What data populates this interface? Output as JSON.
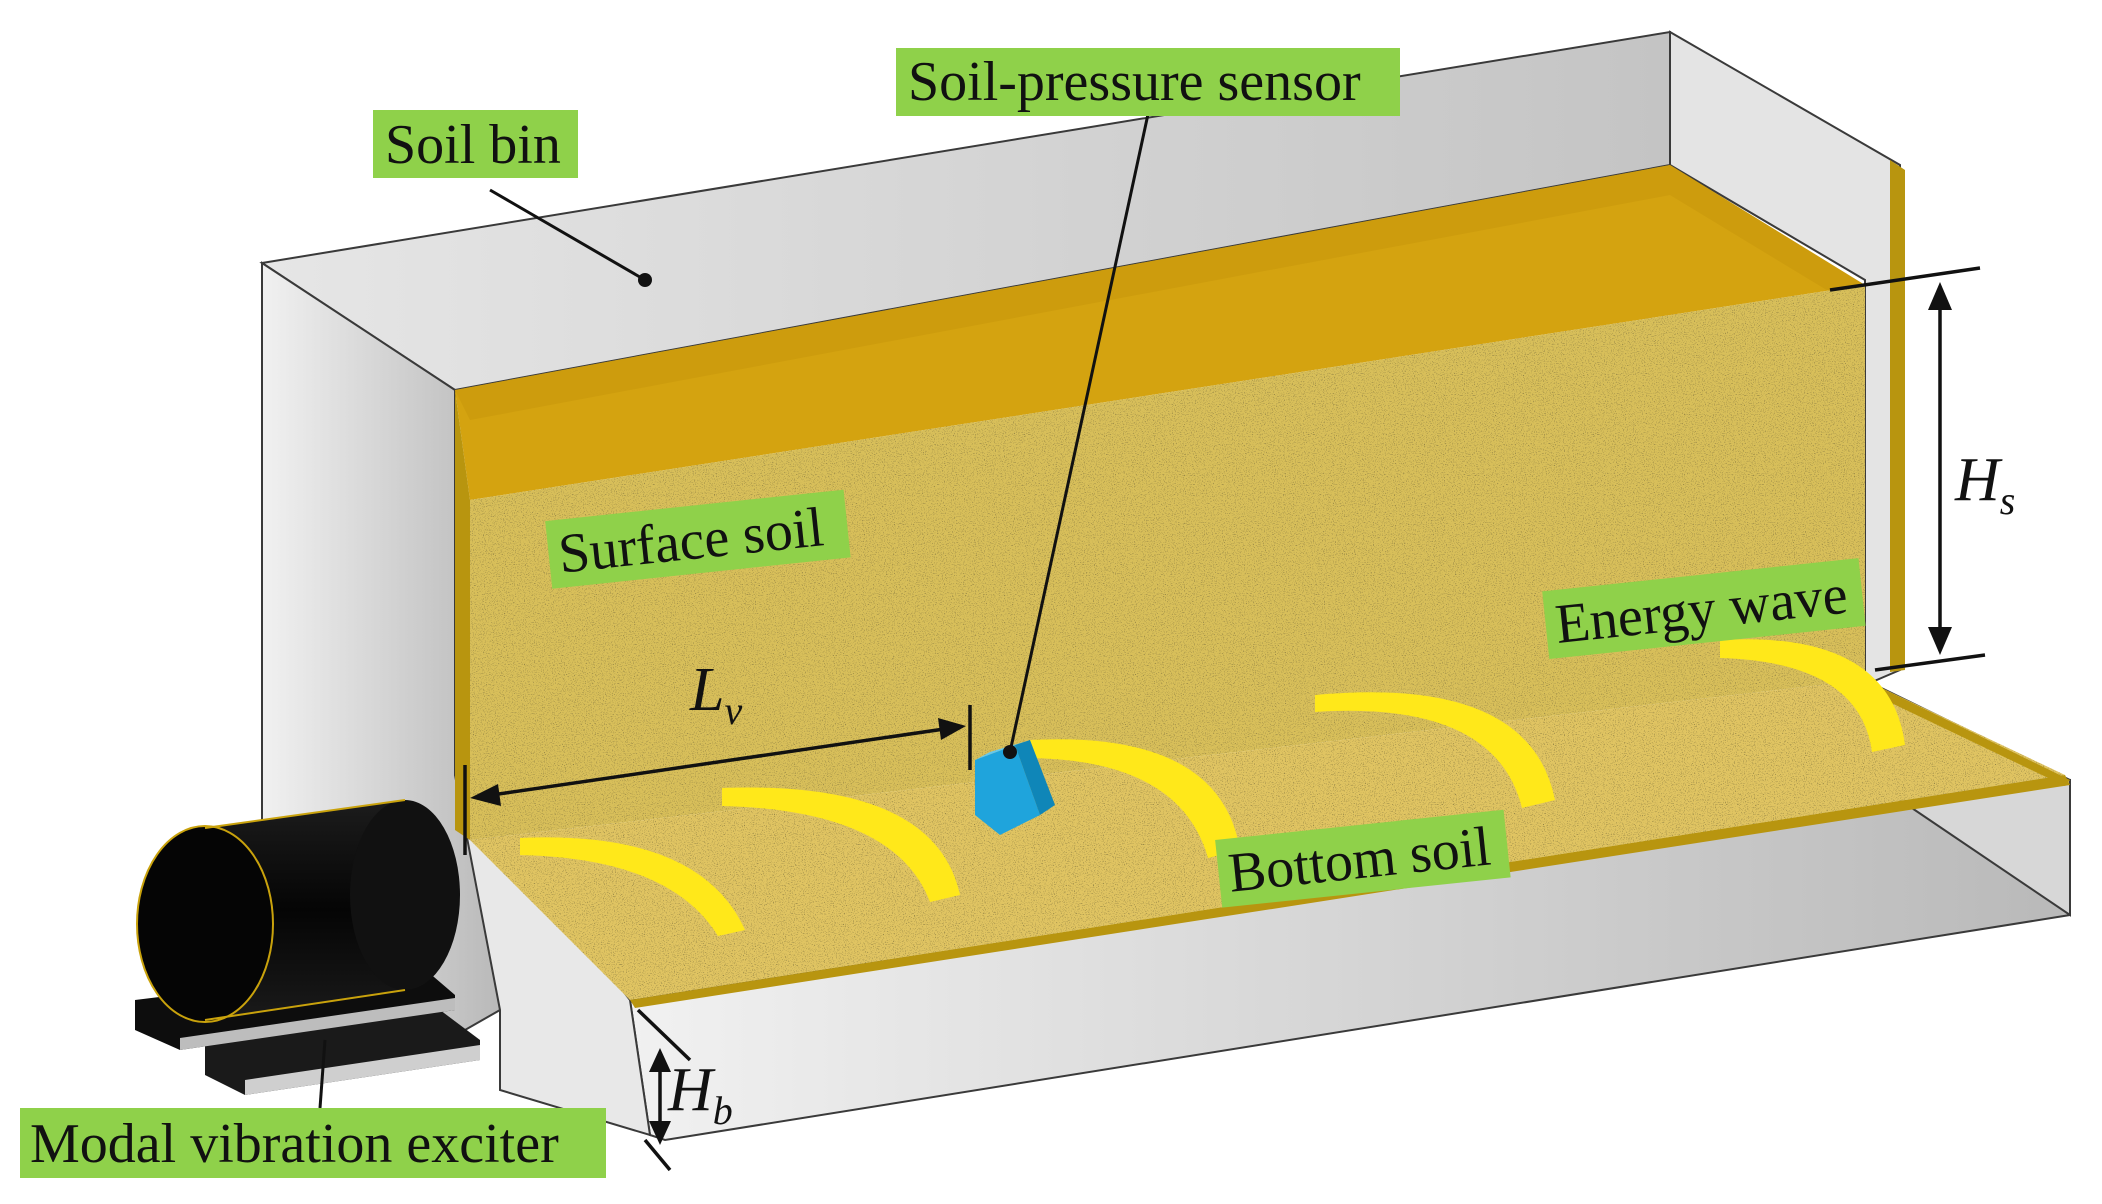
{
  "labels": {
    "soil_bin": "Soil bin",
    "soil_pressure_sensor": "Soil-pressure sensor",
    "surface_soil": "Surface soil",
    "energy_wave": "Energy wave",
    "bottom_soil": "Bottom soil",
    "modal_vibration_exciter": "Modal vibration exciter"
  },
  "dimensions": {
    "hs": {
      "main": "H",
      "sub": "s"
    },
    "lv": {
      "main": "L",
      "sub": "v"
    },
    "hb": {
      "main": "H",
      "sub": "b"
    }
  },
  "colors": {
    "label_background": "#8fd14a",
    "soil": "#dcbf5c",
    "soil_top": "#d4a310",
    "energy_wave": "#ffe81a",
    "sensor": "#1fa4dc",
    "wall": "#d2d2d2",
    "exciter": "#0a0a0a"
  }
}
